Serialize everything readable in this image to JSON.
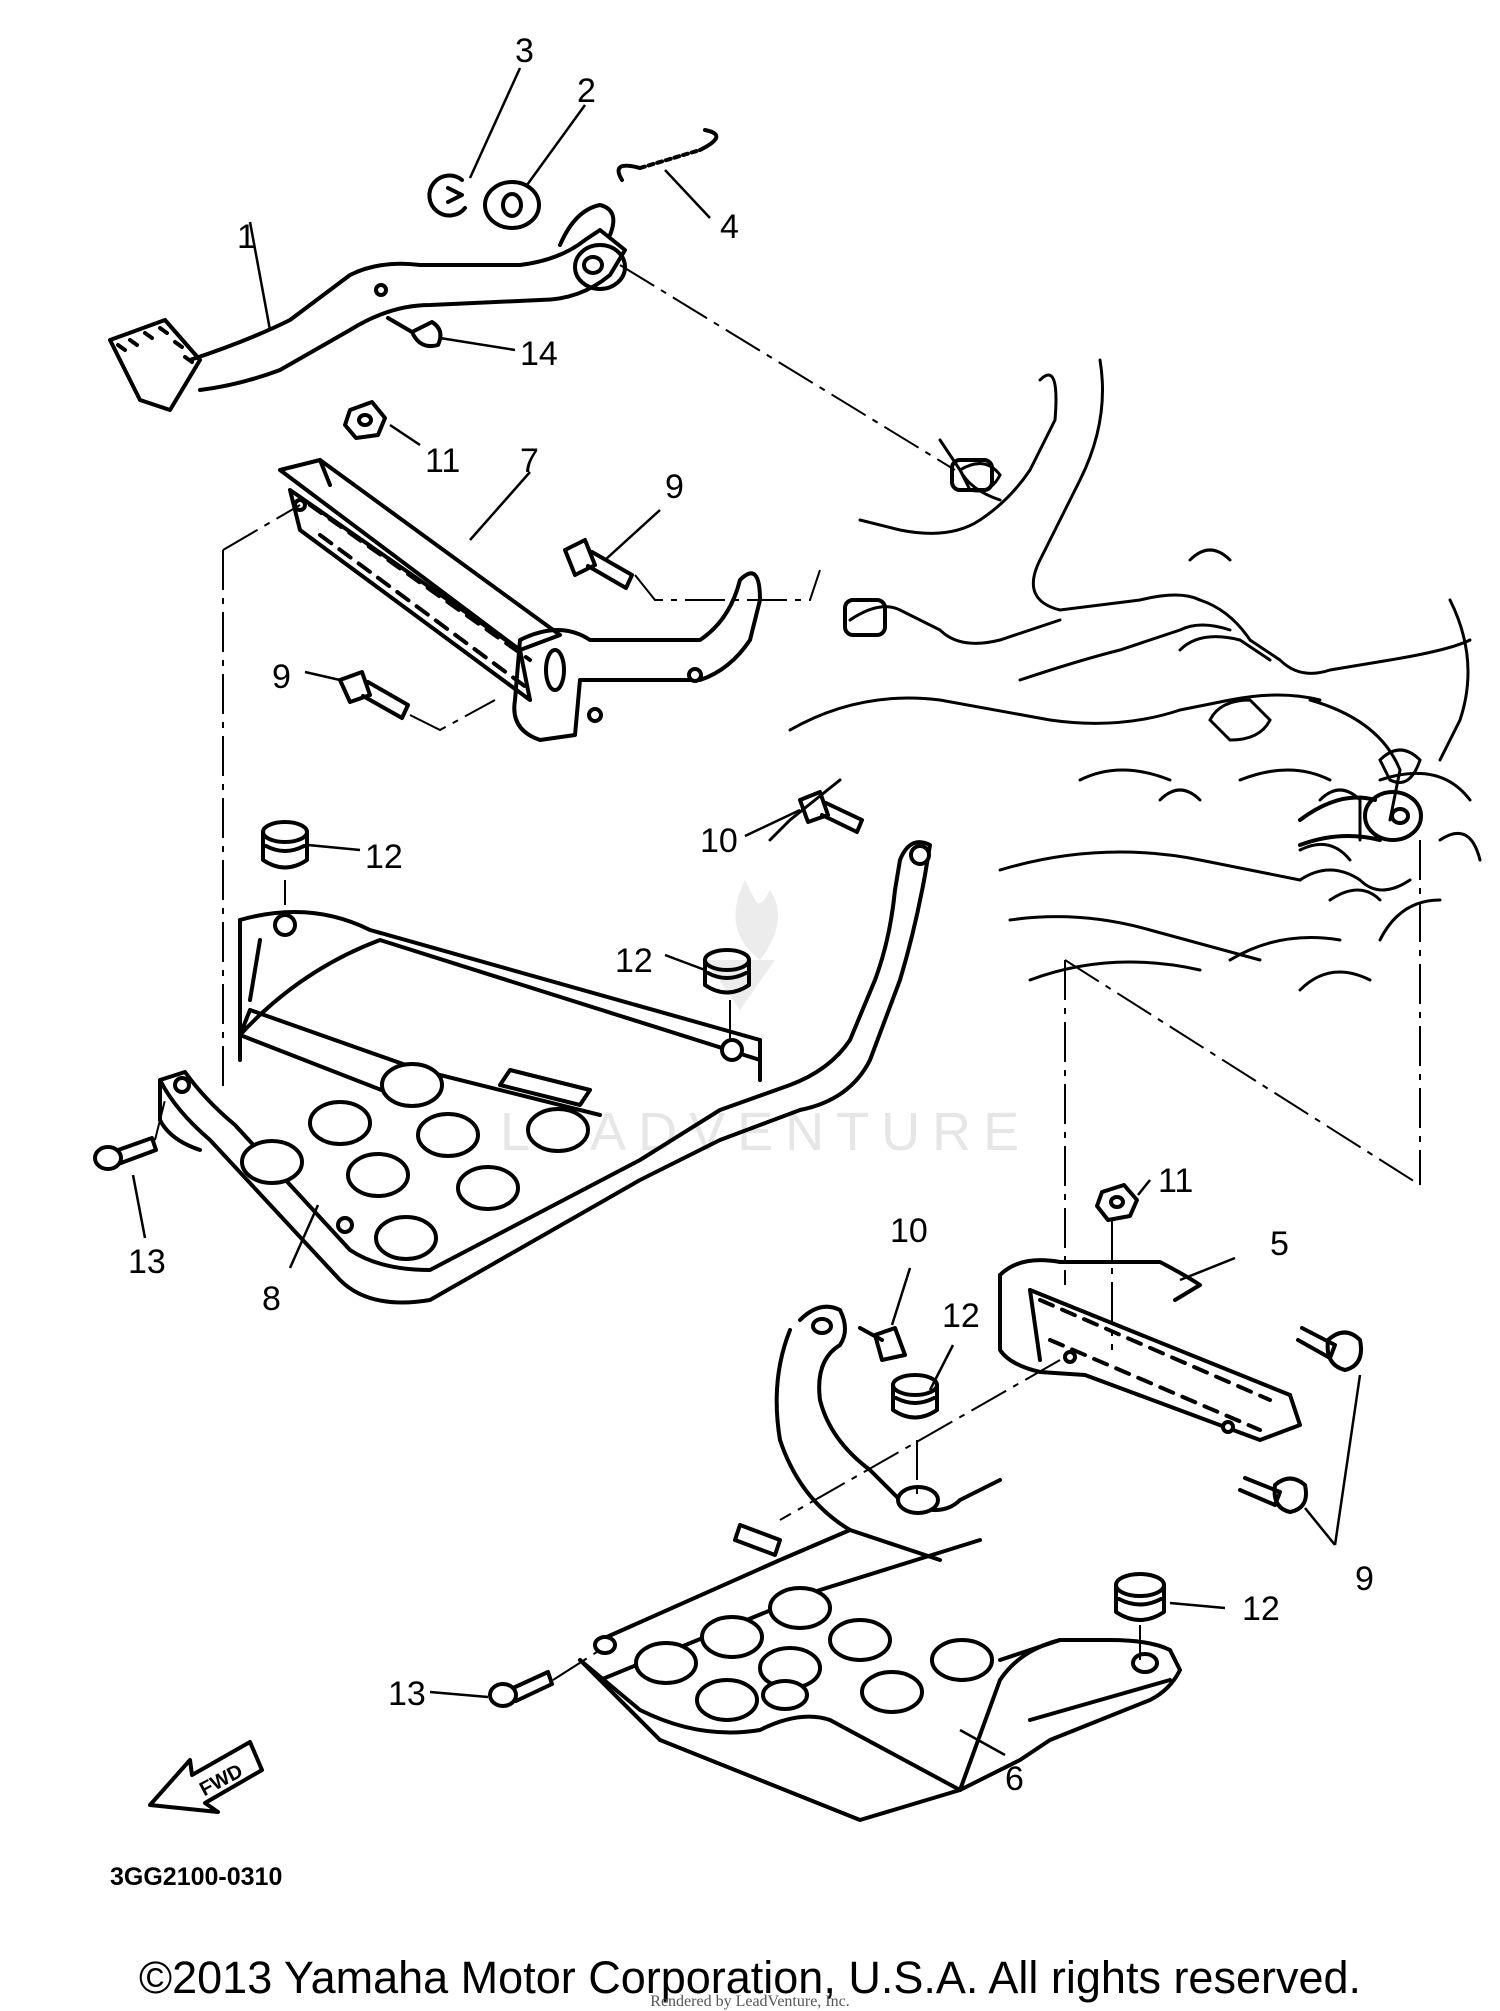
{
  "diagram": {
    "figure_code": "3GG2100-0310",
    "direction_label": "FWD",
    "watermark": "LEADVENTURE",
    "copyright": "©2013 Yamaha Motor Corporation, U.S.A. All rights reserved.",
    "rendered_by": "Rendered by LeadVenture, Inc.",
    "callouts": {
      "c1": "1",
      "c2": "2",
      "c3": "3",
      "c4": "4",
      "c5": "5",
      "c6": "6",
      "c7": "7",
      "c8": "8",
      "c9a": "9",
      "c9b": "9",
      "c9c": "9",
      "c10a": "10",
      "c10b": "10",
      "c11a": "11",
      "c11b": "11",
      "c12a": "12",
      "c12b": "12",
      "c12c": "12",
      "c12d": "12",
      "c13a": "13",
      "c13b": "13",
      "c14": "14"
    }
  }
}
